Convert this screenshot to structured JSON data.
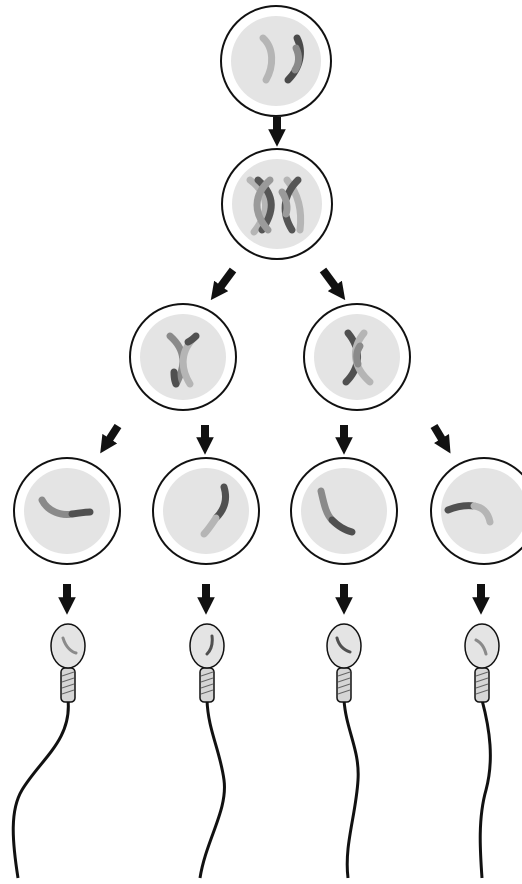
{
  "diagram": {
    "stages": [
      {
        "id": "parent-cell",
        "cells": 1
      },
      {
        "id": "tetrad-cell",
        "cells": 1
      },
      {
        "id": "meiosis-i-daughter-cells",
        "cells": 2
      },
      {
        "id": "meiosis-ii-daughter-cells",
        "cells": 4
      },
      {
        "id": "sperm-cells",
        "cells": 4
      }
    ],
    "colors": {
      "outline": "#111111",
      "cytoplasm": "#e4e4e4",
      "chromosome_light": "#b5b5b5",
      "chromosome_mid": "#8a8a8a",
      "chromosome_dark": "#505050",
      "arrow": "#111111",
      "tail": "#111111"
    },
    "icons": [
      "down-arrow-icon",
      "diagonal-arrow-icon",
      "chromosome-icon",
      "sperm-icon"
    ]
  }
}
